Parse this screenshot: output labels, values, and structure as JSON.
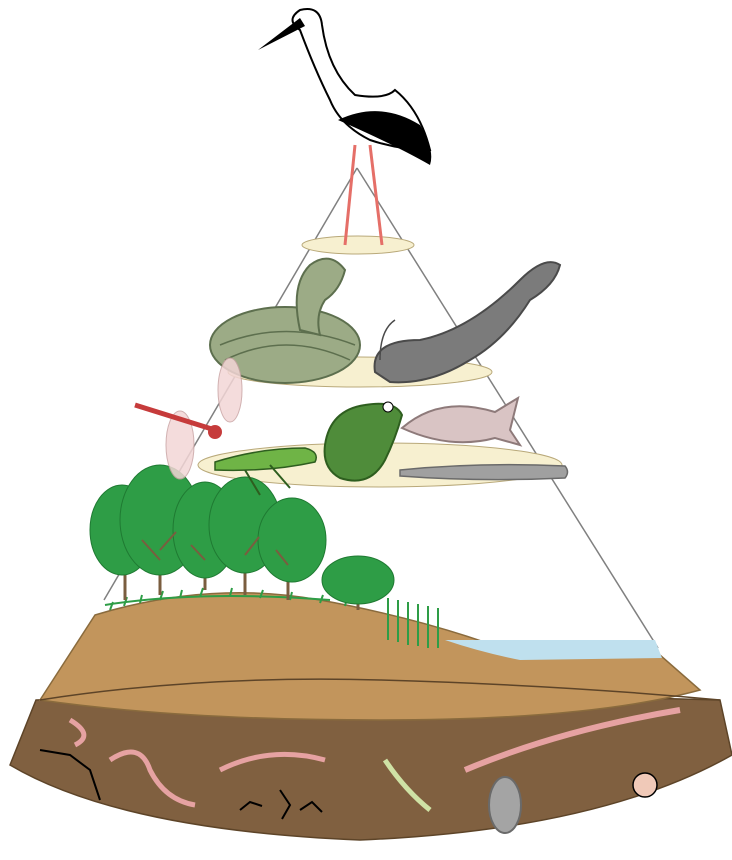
{
  "diagram": {
    "type": "ecological-pyramid",
    "levels": [
      {
        "level": "apex-predator",
        "organisms": [
          "stork"
        ]
      },
      {
        "level": "secondary-consumers",
        "organisms": [
          "snake",
          "catfish"
        ]
      },
      {
        "level": "primary-consumers",
        "organisms": [
          "dragonfly",
          "grasshopper",
          "frog",
          "fish",
          "loach"
        ]
      },
      {
        "level": "producers",
        "organisms": [
          "trees",
          "grass",
          "reeds"
        ]
      },
      {
        "level": "decomposers",
        "organisms": [
          "earthworms",
          "fungi",
          "pill-bug",
          "mite",
          "microorganisms"
        ]
      }
    ]
  },
  "colors": {
    "soil_top": "#c2955c",
    "soil_deep": "#806040",
    "tree_green": "#2e9d46",
    "water": "#bfe0ee",
    "platform": "#f7f0d0",
    "snake": "#9cab86",
    "worm": "#e6a2a2"
  }
}
